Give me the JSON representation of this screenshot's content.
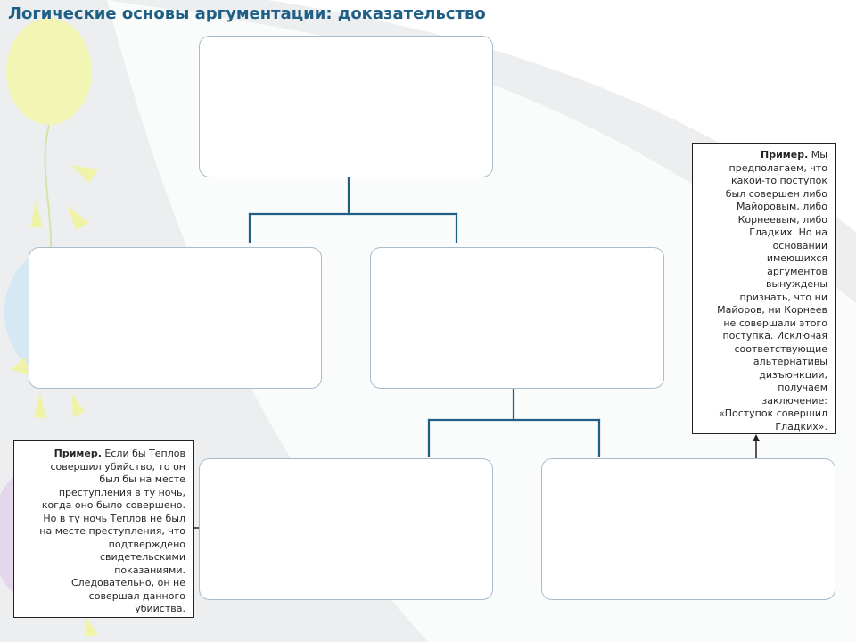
{
  "title": "Логические основы аргументации: доказательство",
  "example_right": {
    "heading": "Пример.",
    "lines": [
      " Мы",
      "предполагаем, что",
      "какой-то поступок",
      "был совершен либо",
      "Майоровым, либо",
      "Корнеевым, либо",
      "Гладких. Но на",
      "основании",
      "имеющихся",
      "аргументов",
      "вынуждены",
      "признать, что ни",
      "Майоров, ни Корнеев",
      "не совершали этого",
      "поступка. Исключая",
      "соответствующие",
      "альтернативы",
      "дизъюнкции,",
      "получаем",
      "заключение:",
      "«Поступок совершил",
      "Гладких»."
    ]
  },
  "example_left": {
    "heading": "Пример.",
    "lines": [
      " Если бы Теплов",
      "совершил убийство, то он",
      "был бы на месте",
      "преступления в ту ночь,",
      "когда оно было совершено.",
      "Но в ту ночь Теплов не был",
      "на месте преступления, что",
      "подтверждено",
      "свидетельскими",
      "показаниями.",
      "Следовательно, он не",
      "совершал данного",
      "убийства."
    ]
  },
  "colors": {
    "title": "#1f5f86",
    "connector": "#1f5f86",
    "node_border": "#a9bccd",
    "callout_border": "#222222"
  }
}
